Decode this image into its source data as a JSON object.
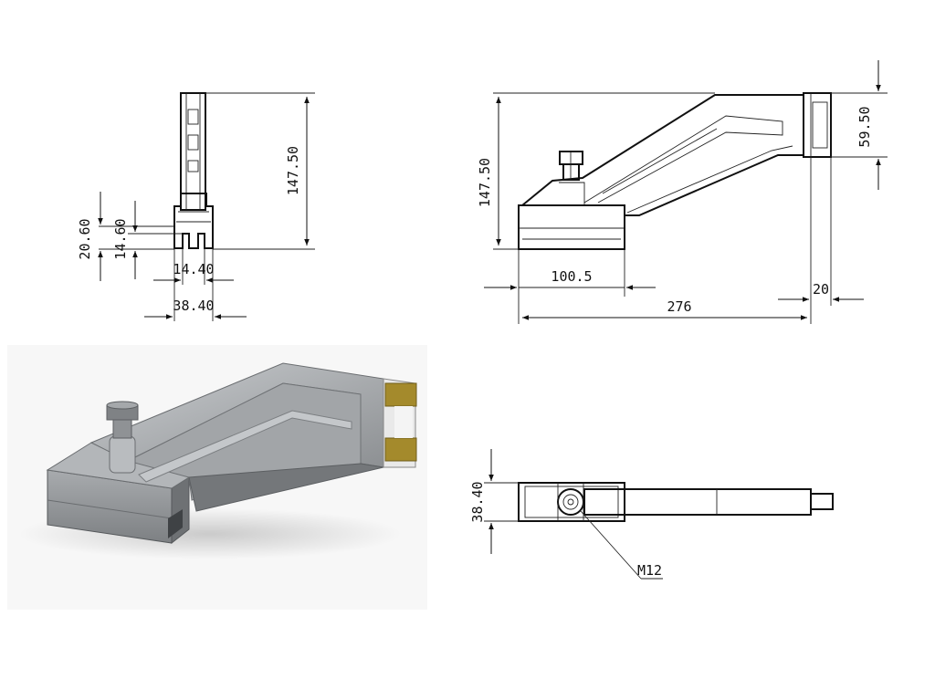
{
  "front_view": {
    "height": "147.50",
    "slot_height": "20.60",
    "slot_depth": "14.60",
    "slot_width": "14.40",
    "base_width": "38.40"
  },
  "side_view": {
    "height": "147.50",
    "connector_height": "59.50",
    "base_length": "100.5",
    "total_length": "276",
    "connector_offset": "20"
  },
  "top_view": {
    "width": "38.40",
    "bolt": "M12"
  },
  "colors": {
    "line": "#111111",
    "metal": "#8a8d90",
    "metal_light": "#b9bcbf",
    "metal_dark": "#5e6164",
    "connector_gold": "#a48a2c",
    "connector_white": "#f2f2f2"
  }
}
